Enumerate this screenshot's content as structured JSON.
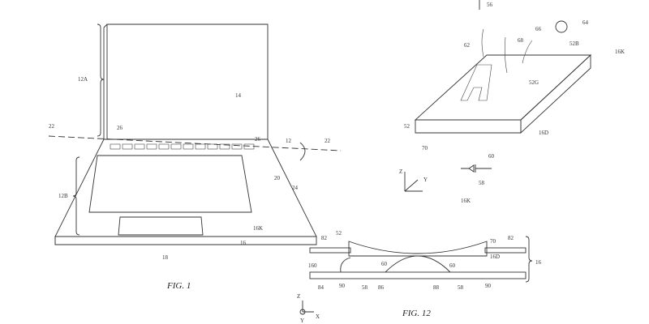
{
  "fig1": {
    "caption": "FIG. 1",
    "labels": {
      "l12A": "12A",
      "l14": "14",
      "l22a": "22",
      "l26a": "26",
      "l26b": "26",
      "l12": "12",
      "l22b": "22",
      "l20": "20",
      "l24": "24",
      "l12B": "12B",
      "l16K": "16K",
      "l16": "16",
      "l18": "18"
    }
  },
  "fig11": {
    "labels": {
      "l56": "56",
      "l64": "64",
      "l62": "62",
      "l68": "68",
      "l66": "66",
      "l52B": "52B",
      "l16K": "16K",
      "l52G": "52G",
      "l52": "52",
      "l70": "70",
      "l16D": "16D",
      "l60": "60",
      "l58": "58",
      "z": "Z",
      "y": "Y"
    }
  },
  "fig12": {
    "caption": "FIG. 12",
    "labels": {
      "l16K": "16K",
      "l52": "52",
      "l82a": "82",
      "l70": "70",
      "l82b": "82",
      "l16D": "16D",
      "l16": "16",
      "l160": "160",
      "l60a": "60",
      "l60b": "60",
      "l84": "84",
      "l90a": "90",
      "l58a": "58",
      "l86": "86",
      "l88": "88",
      "l58b": "58",
      "l90b": "90",
      "z": "Z",
      "x": "X",
      "y": "Y"
    }
  }
}
